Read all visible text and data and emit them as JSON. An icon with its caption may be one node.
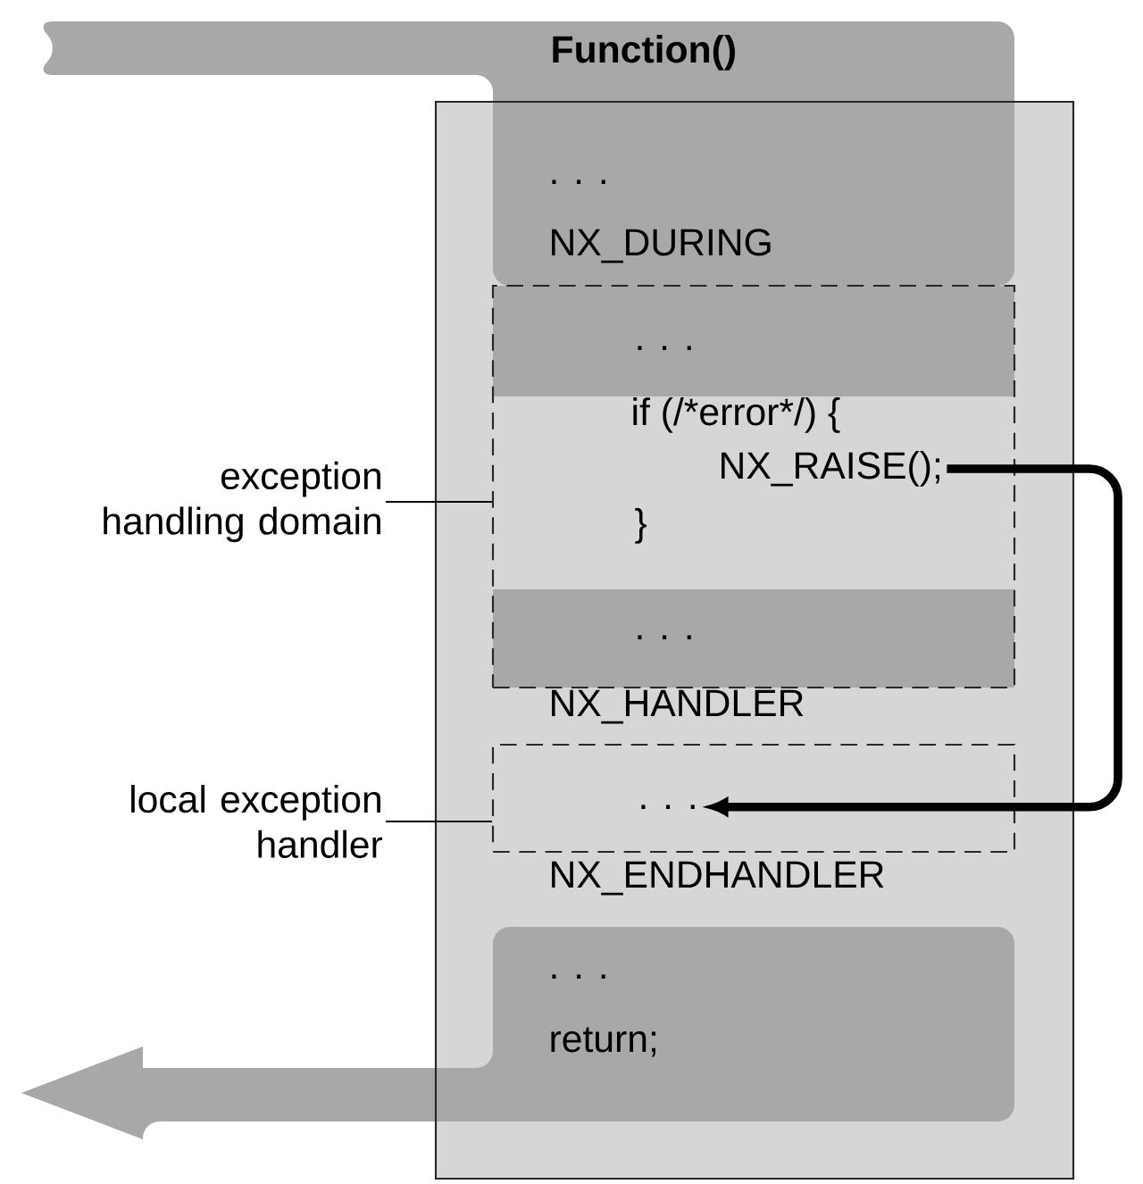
{
  "diagram": {
    "nodes": [
      {
        "text": [
          "Function()",
          ". . .",
          "NX_DURING",
          "NX_HANDLER",
          "NX_ENDHANDLER",
          ". . .",
          "return;"
        ]
      },
      {
        "text": [
          ". . .",
          "if (/*error*/) {",
          "}",
          ". . ."
        ],
        "in": 0
      },
      {
        "text": [
          "NX_RAISE();"
        ],
        "in": 1
      },
      {
        "text": [],
        "shape": "box",
        "in": 0
      },
      {
        "text": [
          ". . ."
        ],
        "in": 3
      },
      {
        "text": [
          "exception handling domain"
        ]
      },
      {
        "text": [
          "local exception handler"
        ]
      }
    ],
    "edges": [
      {
        "from": 2,
        "to": 4,
        "arrow": "to",
        "style": "thick"
      },
      {
        "from": 5,
        "to": 1,
        "arrow": "none"
      },
      {
        "from": 6,
        "to": 3,
        "arrow": "none"
      }
    ]
  }
}
